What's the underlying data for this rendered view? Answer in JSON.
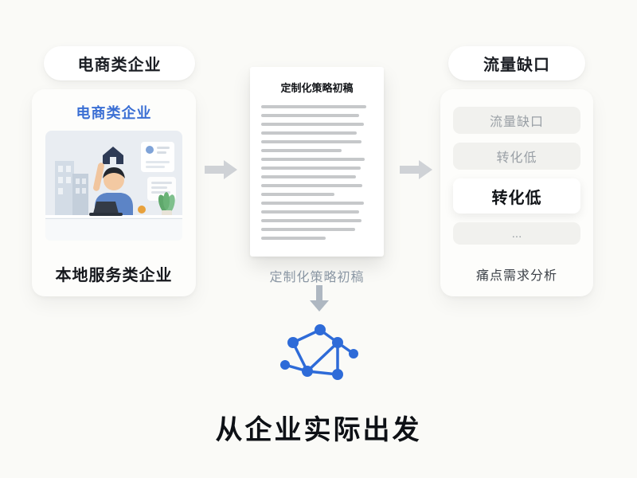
{
  "left": {
    "badge": "电商类企业",
    "card_title": "电商类企业",
    "card_caption": "本地服务类企业"
  },
  "center": {
    "doc_title": "定制化策略初稿",
    "doc_caption": "定制化策略初稿",
    "headline": "从企业实际出发"
  },
  "right": {
    "badge": "流量缺口",
    "items": [
      {
        "label": "流量缺口",
        "emphasis": false
      },
      {
        "label": "转化低",
        "emphasis": false
      },
      {
        "label": "转化低",
        "emphasis": true
      },
      {
        "label": "...",
        "emphasis": false
      }
    ],
    "caption": "痛点需求分析"
  },
  "icons": {
    "arrow_right": "arrow-right-icon",
    "arrow_down": "arrow-down-icon",
    "network": "network-graph-icon",
    "illustration": "office-worker-illustration"
  },
  "colors": {
    "background": "#fafaf7",
    "card_bg": "#fdfdfb",
    "accent_blue": "#2e6bd8",
    "title_blue": "#3b6fd4",
    "arrow_gray": "#cfd2d6",
    "down_arrow_gray": "#aeb7c1",
    "text_dark": "#15181d",
    "muted_item_bg": "#f1f1ee",
    "muted_item_text": "#9aa0a6",
    "doc_caption_gray": "#8b97a4"
  }
}
